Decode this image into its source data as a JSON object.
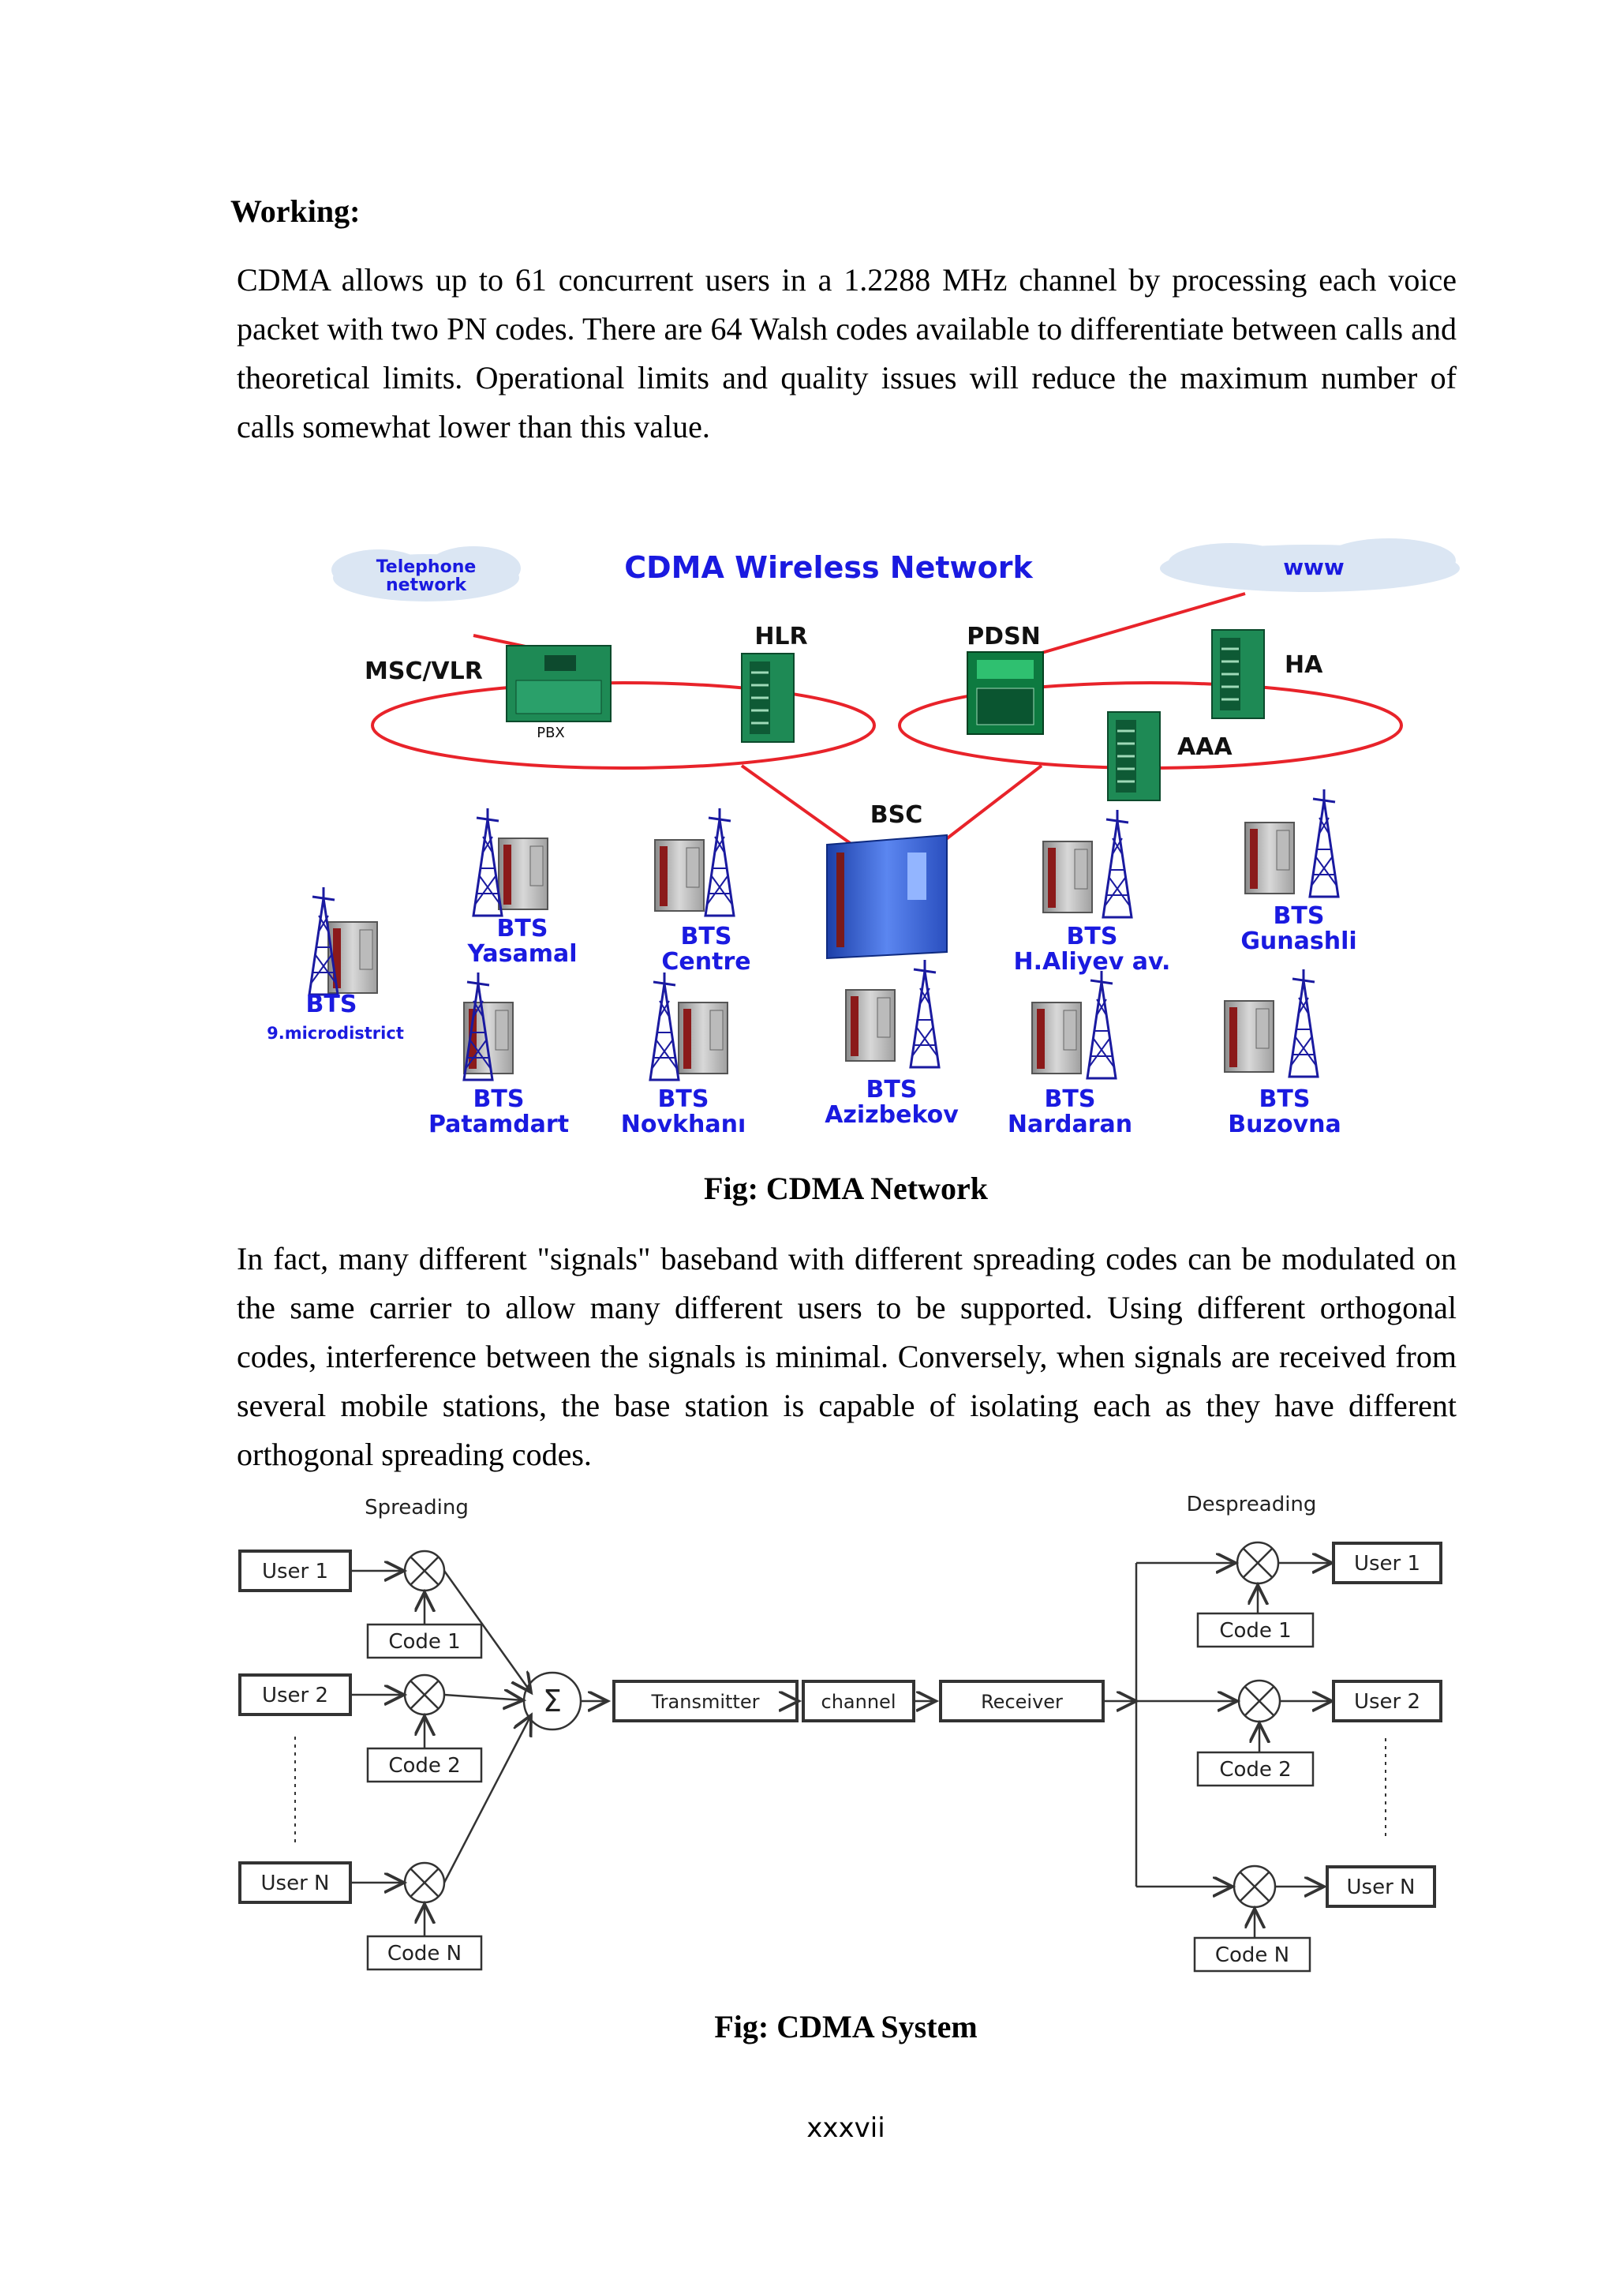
{
  "heading": "Working:",
  "paragraph1": "CDMA allows up to 61 concurrent users in a 1.2288 MHz channel by processing each voice packet with two PN codes. There are 64 Walsh codes available to differentiate between calls and theoretical limits. Operational limits and quality issues will reduce the maximum number of calls somewhat lower than this value.",
  "network_figure": {
    "title": "CDMA Wireless Network",
    "clouds": [
      {
        "line1": "Telephone",
        "line2": "network"
      },
      {
        "label": "www"
      }
    ],
    "nodes": {
      "msc": "MSC/VLR",
      "pbx": "PBX",
      "hlr": "HLR",
      "pdsn": "PDSN",
      "ha": "HA",
      "aaa": "AAA",
      "bsc": "BSC"
    },
    "bts": [
      {
        "line1": "BTS",
        "line2": "9.microdistrict"
      },
      {
        "line1": "BTS",
        "line2": "Yasamal"
      },
      {
        "line1": "BTS",
        "line2": "Centre"
      },
      {
        "line1": "BTS",
        "line2": "H.Aliyev av."
      },
      {
        "line1": "BTS",
        "line2": "Gunashli"
      },
      {
        "line1": "BTS",
        "line2": "Patamdart"
      },
      {
        "line1": "BTS",
        "line2": "Novkhanı"
      },
      {
        "line1": "BTS",
        "line2": "Azizbekov"
      },
      {
        "line1": "BTS",
        "line2": "Nardaran"
      },
      {
        "line1": "BTS",
        "line2": "Buzovna"
      }
    ],
    "colors": {
      "ring": "#e8232a",
      "label": "#1a1ae0",
      "server": "#1e8a55",
      "bsc": "#2f5fd0"
    }
  },
  "caption1": "Fig: CDMA Network",
  "paragraph2": "In fact, many different \"signals\" baseband with different spreading codes can be modulated on the same carrier to allow many different users to be supported. Using different orthogonal codes, interference between the signals is minimal. Conversely, when signals are received from several mobile stations, the base station is capable of isolating each as they have different orthogonal spreading codes.",
  "system_figure": {
    "spreading_label": "Spreading",
    "despreading_label": "Despreading",
    "inputs": [
      {
        "user": "User 1",
        "code": "Code 1"
      },
      {
        "user": "User 2",
        "code": "Code 2"
      },
      {
        "user": "User N",
        "code": "Code N"
      }
    ],
    "outputs": [
      {
        "user": "User 1",
        "code": "Code 1"
      },
      {
        "user": "User 2",
        "code": "Code 2"
      },
      {
        "user": "User N",
        "code": "Code N"
      }
    ],
    "sum_symbol": "Σ",
    "chain": [
      "Transmitter",
      "channel",
      "Receiver"
    ]
  },
  "caption2": "Fig: CDMA System",
  "page_number": "xxxvii"
}
